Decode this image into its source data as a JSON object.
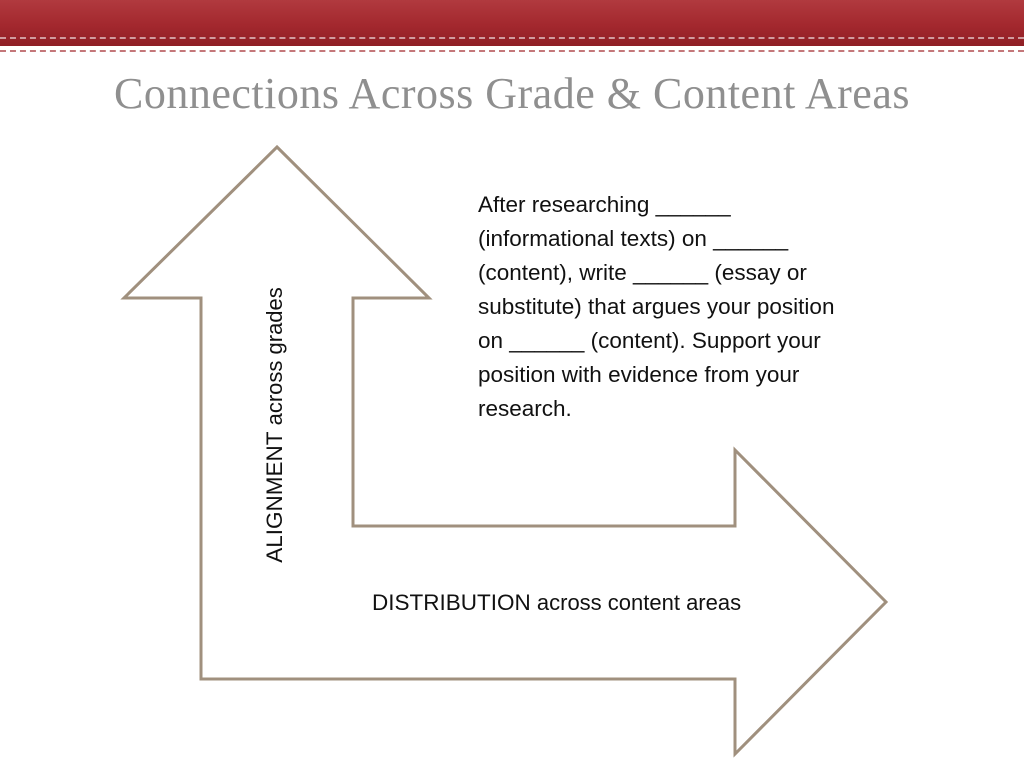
{
  "slide": {
    "title": "Connections Across Grade & Content Areas"
  },
  "diagram": {
    "outline_color": "#a0907e",
    "fill_color": "#ffffff",
    "alignment": {
      "lead": "ALIGNMENT",
      "rest": " across grades"
    },
    "distribution": {
      "lead": "DISTRIBUTION",
      "rest": " across content areas"
    },
    "prompt_lines": [
      "After researching ______",
      "(informational texts) on ______",
      "(content), write ______ (essay or",
      "substitute) that argues your position",
      "on ______ (content). Support your",
      "position with evidence from your",
      "research."
    ]
  }
}
